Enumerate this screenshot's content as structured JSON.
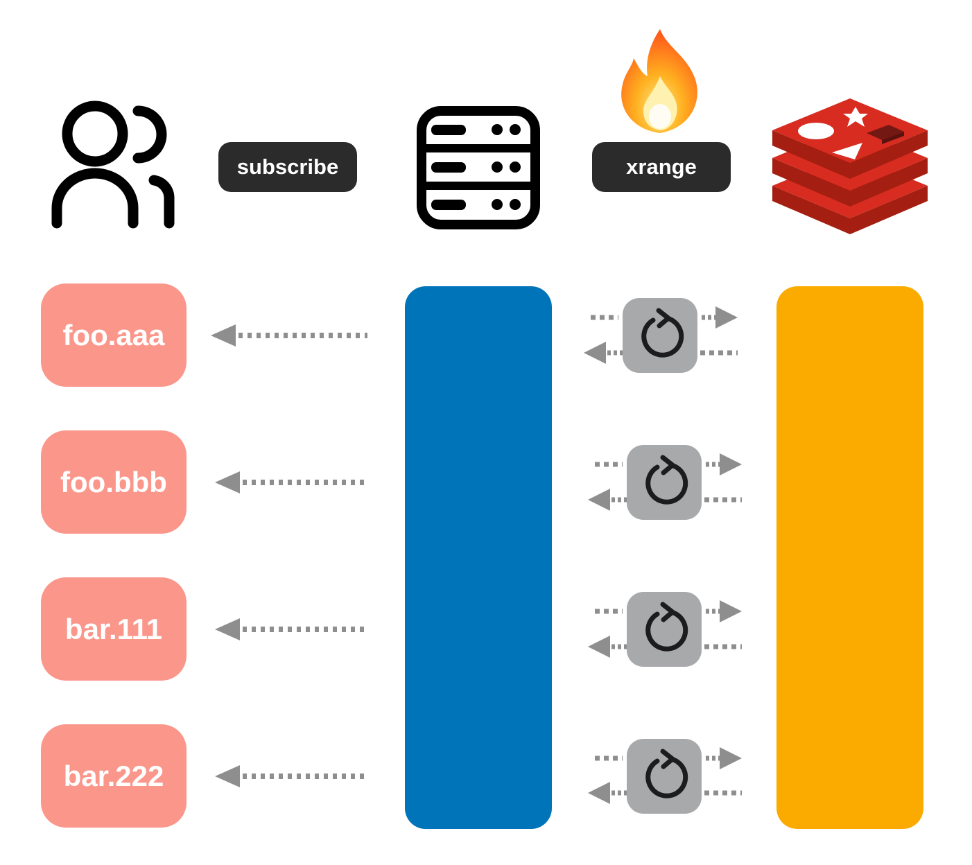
{
  "labels": {
    "subscribe": "subscribe",
    "xrange": "xrange"
  },
  "topics": [
    "foo.aaa",
    "foo.bbb",
    "bar.111",
    "bar.222"
  ],
  "icons": {
    "clients": "users-icon",
    "server": "server-icon",
    "hot": "fire-icon",
    "store": "redis-logo-icon",
    "loop": "refresh-icon"
  },
  "colors": {
    "topic": "#fb968b",
    "server_column": "#0074b8",
    "redis_column": "#fbab00",
    "pill": "#2b2b2b",
    "arrow": "#8e8e8e",
    "loop_tile": "#a8a9ab"
  }
}
